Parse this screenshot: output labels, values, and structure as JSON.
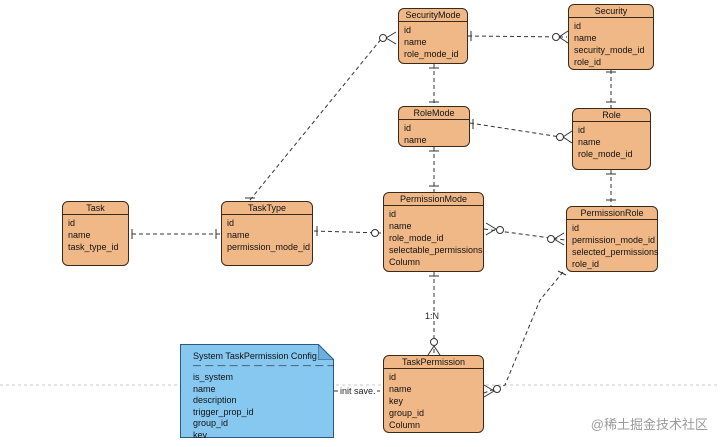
{
  "entities": {
    "task": {
      "title": "Task",
      "fields": [
        "id",
        "name",
        "task_type_id"
      ]
    },
    "tasktype": {
      "title": "TaskType",
      "fields": [
        "id",
        "name",
        "permission_mode_id"
      ]
    },
    "securitymode": {
      "title": "SecurityMode",
      "fields": [
        "id",
        "name",
        "role_mode_id"
      ]
    },
    "security": {
      "title": "Security",
      "fields": [
        "id",
        "name",
        "security_mode_id",
        "role_id"
      ]
    },
    "rolemode": {
      "title": "RoleMode",
      "fields": [
        "id",
        "name"
      ]
    },
    "role": {
      "title": "Role",
      "fields": [
        "id",
        "name",
        "role_mode_id"
      ]
    },
    "permissionmode": {
      "title": "PermissionMode",
      "fields": [
        "id",
        "name",
        "role_mode_id",
        "selectable_permissions",
        "Column"
      ]
    },
    "permissionrole": {
      "title": "PermissionRole",
      "fields": [
        "id",
        "permission_mode_id",
        "selected_permissions",
        "role_id"
      ]
    },
    "taskpermission": {
      "title": "TaskPermission",
      "fields": [
        "id",
        "name",
        "key",
        "group_id",
        "Column"
      ]
    }
  },
  "note": {
    "title": "System  TaskPermission Config",
    "separator": "— — — — — — — — — — — — — — —",
    "fields": [
      "is_system",
      "name",
      "description",
      "trigger_prop_id",
      "group_id",
      "key"
    ]
  },
  "edge_labels": {
    "permissionmode_taskpermission": "1:N",
    "note_taskpermission": "init save."
  },
  "watermark": "@稀土掘金技术社区",
  "colors": {
    "entity_fill": "#f0b887",
    "note_fill": "#86c8f0",
    "line": "#333333"
  }
}
